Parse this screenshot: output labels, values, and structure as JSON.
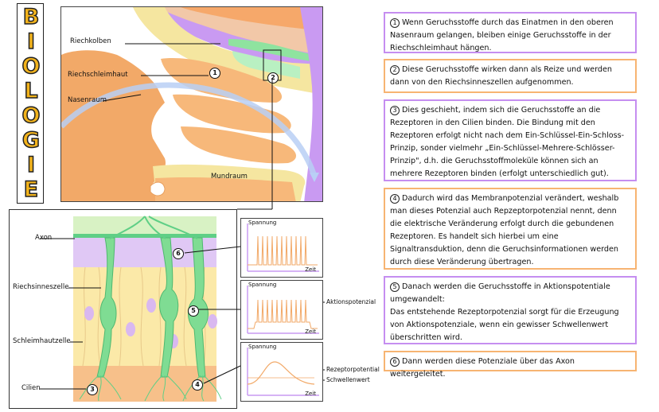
{
  "title_letters": [
    "B",
    "I",
    "O",
    "L",
    "O",
    "G",
    "I",
    "E"
  ],
  "nose_labels": {
    "riechkolben": "Riechkolben",
    "riechschleimhaut": "Riechschleimhaut",
    "nasenraum": "Nasenraum",
    "mundraum": "Mundraum"
  },
  "cell_labels": {
    "axon": "Axon",
    "riechsinneszelle": "Riechsinneszelle",
    "schleimhautzelle": "Schleimhautzelle",
    "cilien": "Cilien"
  },
  "markers": [
    "1",
    "2",
    "3",
    "4",
    "5",
    "6"
  ],
  "graphs": [
    {
      "ylabel": "Spannung",
      "xlabel": "Zeit",
      "side_label": ""
    },
    {
      "ylabel": "Spannung",
      "xlabel": "Zeit",
      "side_label": "Aktionspotenzial"
    },
    {
      "ylabel": "Spannung",
      "xlabel": "Zeit",
      "side_label": "Rezeptorpotential",
      "side_label2": "Schwellenwert"
    }
  ],
  "colors": {
    "purple": "#c58ef0",
    "orange": "#f7b472",
    "green": "#5fcf86",
    "title_yellow": "#f2b31c"
  },
  "steps": [
    {
      "n": "1",
      "text": "Wenn Geruchsstoffe durch das Einatmen in den oberen Nasenraum gelangen, bleiben einige Geruchsstoffe in der Riechschleimhaut hängen."
    },
    {
      "n": "2",
      "text": "Diese Geruchsstoffe wirken dann als Reize und werden dann von den Riechsinneszellen aufgenommen."
    },
    {
      "n": "3",
      "text": "Dies geschieht, indem sich die Geruchsstoffe an die Rezeptoren in den Cilien binden. Die Bindung mit den Rezeptoren erfolgt nicht nach dem Ein-Schlüssel-Ein-Schloss-Prinzip, sonder vielmehr „Ein-Schlüssel-Mehrere-Schlösser-Prinzip\", d.h. die Geruchsstoffmoleküle können sich an mehrere Rezeptoren binden (erfolgt unterschiedlich gut)."
    },
    {
      "n": "4",
      "text": "Dadurch wird das Membranpotenzial verändert, weshalb man dieses Potenzial auch Repzeptorpotenzial nennt, denn die elektrische Veränderung erfolgt durch die gebundenen Rezeptoren. Es handelt sich hierbei um eine Signaltransduktion, denn die Geruchsinformationen werden durch diese Veränderung übertragen."
    },
    {
      "n": "5",
      "text": "Danach werden die Geruchsstoffe in Aktionspotentiale umgewandelt:",
      "text2": "Das entstehende Rezeptorpotenzial sorgt für die Erzeugung von Aktionspotenziale, wenn ein gewisser Schwellenwert überschritten wird."
    },
    {
      "n": "6",
      "text": "Dann werden diese Potenziale über das Axon weitergeleitet."
    }
  ]
}
